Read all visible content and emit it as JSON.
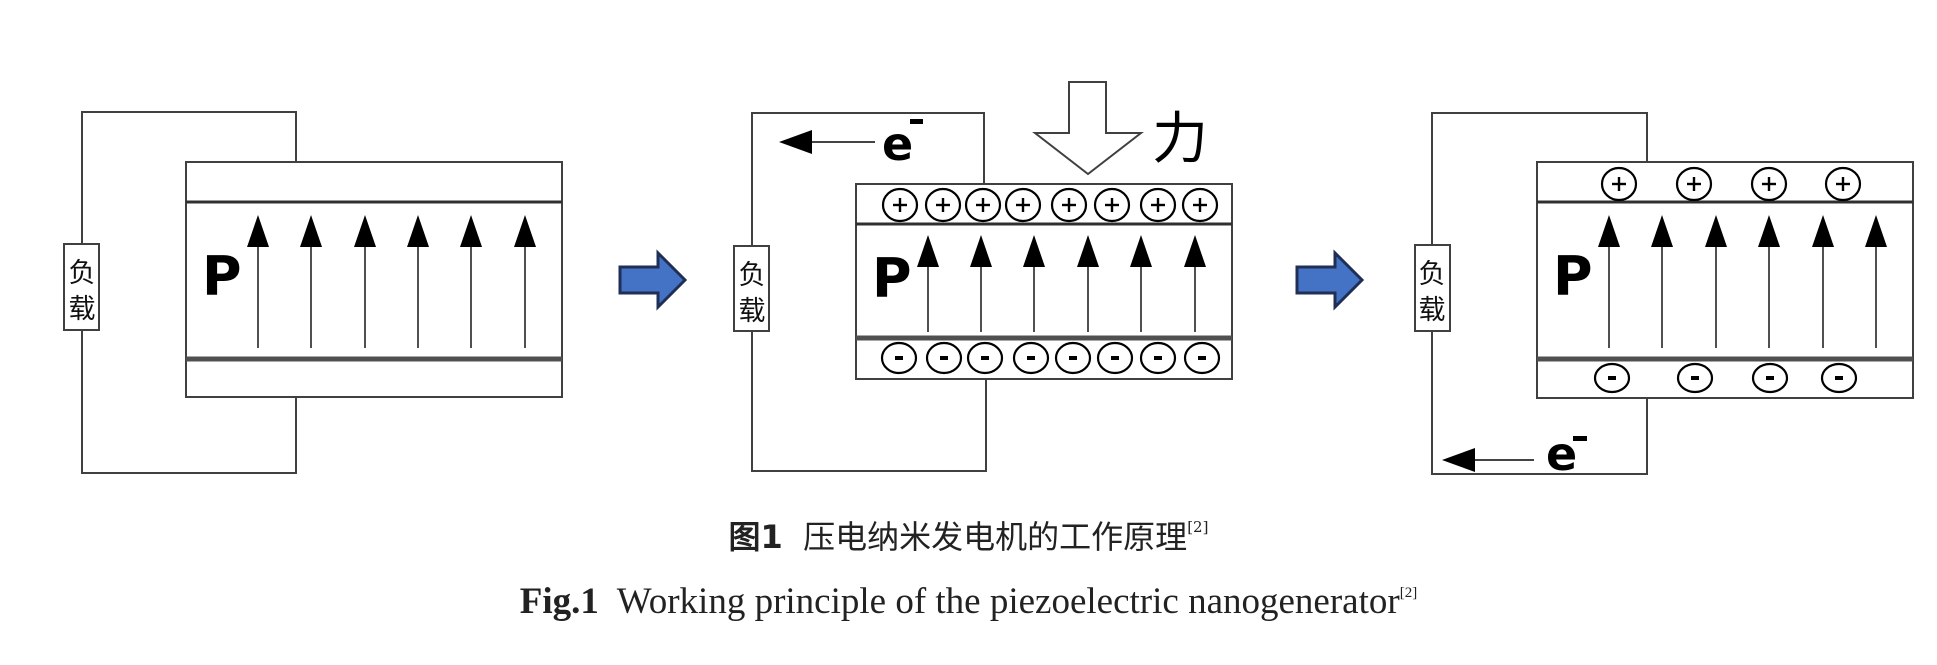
{
  "figure": {
    "panels": [
      {
        "id": "initial",
        "load_label": [
          "负",
          "载"
        ],
        "polarization_label": "P",
        "polarization_arrows": 6,
        "top_charges": [],
        "bottom_charges": [],
        "electron_flow": null,
        "force_label": null
      },
      {
        "id": "compressed",
        "load_label": [
          "负",
          "载"
        ],
        "polarization_label": "P",
        "polarization_arrows": 6,
        "top_charges": [
          "+",
          "+",
          "+",
          "+",
          "+",
          "+",
          "+",
          "+"
        ],
        "bottom_charges": [
          "-",
          "-",
          "-",
          "-",
          "-",
          "-",
          "-",
          "-"
        ],
        "electron_flow": {
          "label": "e",
          "superscript": "-",
          "direction": "left",
          "position": "top"
        },
        "force_label": "力"
      },
      {
        "id": "released",
        "load_label": [
          "负",
          "载"
        ],
        "polarization_label": "P",
        "polarization_arrows": 6,
        "top_charges": [
          "+",
          "+",
          "+",
          "+"
        ],
        "bottom_charges": [
          "-",
          "-",
          "-",
          "-"
        ],
        "electron_flow": {
          "label": "e",
          "superscript": "-",
          "direction": "left",
          "position": "bottom"
        },
        "force_label": null
      }
    ],
    "transition_arrow_color": "#4472C4"
  },
  "caption": {
    "cn_prefix": "图1",
    "cn_text": "压电纳米发电机的工作原理",
    "cn_ref": "[2]",
    "en_prefix": "Fig.1",
    "en_text": "Working principle of the piezoelectric nanogenerator",
    "en_ref": "[2]"
  }
}
